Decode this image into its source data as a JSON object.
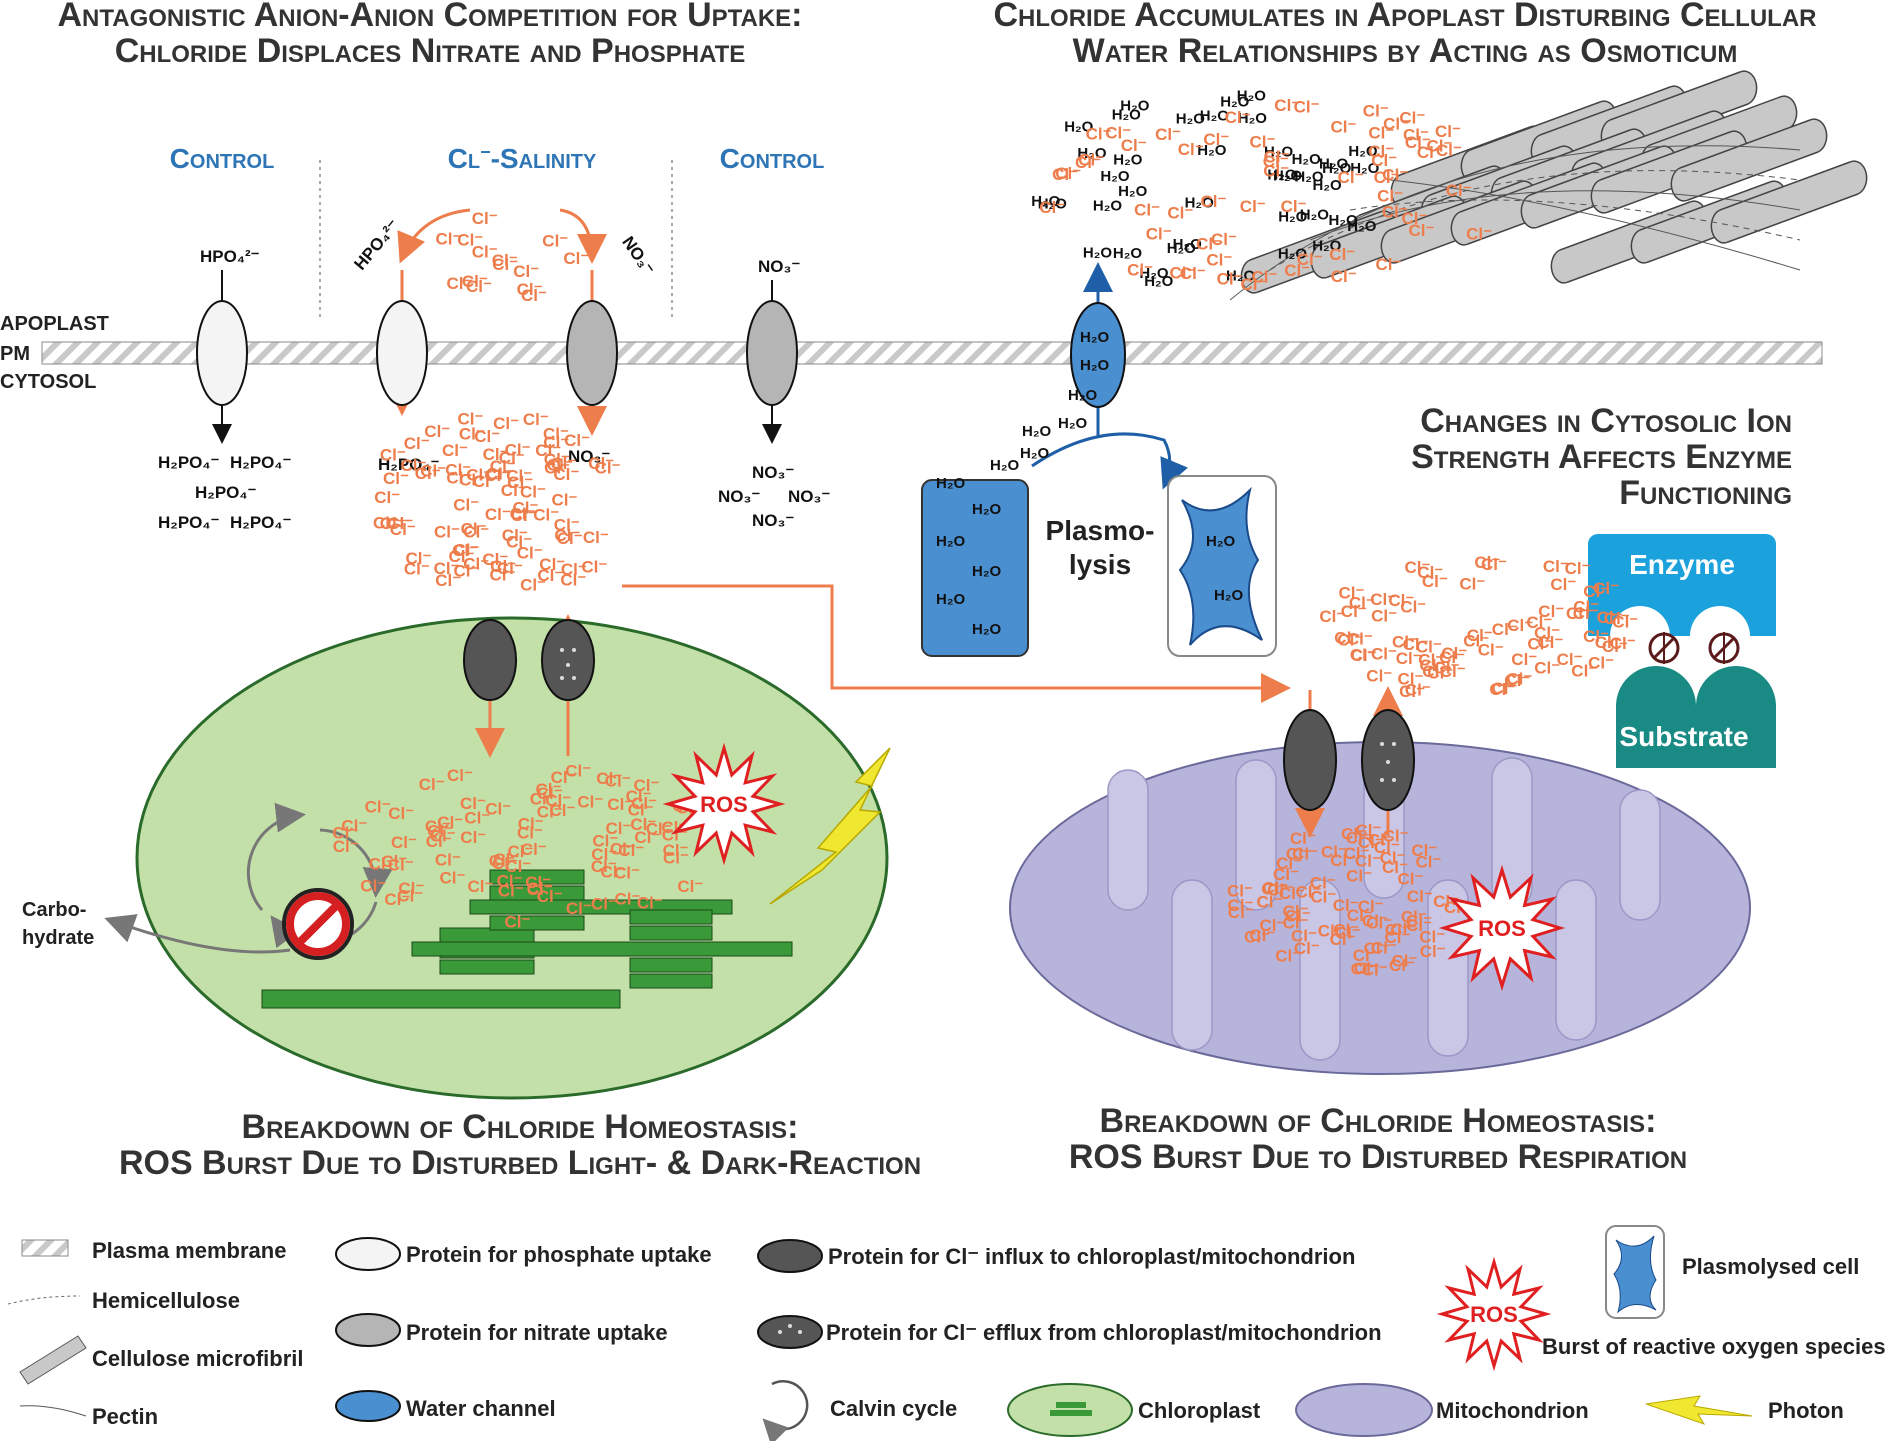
{
  "titles": {
    "top_left_line1": "Antagonistic Anion-Anion Competition for Uptake:",
    "top_left_line2": "Chloride Displaces Nitrate and Phosphate",
    "top_right_line1": "Chloride Accumulates in Apoplast Disturbing Cellular",
    "top_right_line2": "Water Relationships by Acting as Osmoticum",
    "enzyme_line1": "Changes in Cytosolic Ion",
    "enzyme_line2": "Strength Affects Enzyme",
    "enzyme_line3": "Functioning",
    "chloroplast_line1": "Breakdown of Chloride Homeostasis:",
    "chloroplast_line2": "ROS Burst Due to Disturbed Light- & Dark-Reaction",
    "mito_line1": "Breakdown of Chloride Homeostasis:",
    "mito_line2": "ROS Burst Due to Disturbed Respiration"
  },
  "conditions": {
    "control_left": "Control",
    "salinity_prefix": "Cl",
    "salinity_suffix": "-Salinity",
    "control_right": "Control"
  },
  "membrane_labels": {
    "apoplast": "APOPLAST",
    "pm": "PM",
    "cytosol": "CYTOSOL"
  },
  "ions": {
    "chloride": "Cl⁻",
    "phosphate_hpo4": "HPO₄²⁻",
    "phosphate_h2po4": "H₂PO₄⁻",
    "nitrate": "NO₃⁻",
    "water": "H₂O"
  },
  "labels": {
    "plasmolysis_line1": "Plasmo-",
    "plasmolysis_line2": "lysis",
    "enzyme": "Enzyme",
    "substrate": "Substrate",
    "carbohydrate_line1": "Carbo-",
    "carbohydrate_line2": "hydrate",
    "ros": "ROS"
  },
  "legend": {
    "plasma_membrane": "Plasma membrane",
    "hemicellulose": "Hemicellulose",
    "cellulose": "Cellulose microfibril",
    "pectin": "Pectin",
    "phosphate_protein": "Protein for phosphate uptake",
    "nitrate_protein": "Protein for nitrate uptake",
    "water_channel": "Water channel",
    "cl_influx": "Protein for Cl⁻ influx to chloroplast/mitochondrion",
    "cl_efflux": "Protein for Cl⁻ efflux from chloroplast/mitochondrion",
    "calvin": "Calvin cycle",
    "chloroplast": "Chloroplast",
    "mitochondrion": "Mitochondrion",
    "photon": "Photon",
    "plasmolysed": "Plasmolysed cell",
    "ros_burst": "Burst of reactive oxygen species"
  },
  "colors": {
    "chloride": "#ee7d4c",
    "condition_blue": "#2e75b6",
    "chloroplast": "#c3e0a8",
    "thylakoid": "#3a9a3a",
    "mitochondrion": "#b7b4dc",
    "water_cell": "#4a8fd0",
    "enzyme": "#1ba1dc",
    "substrate": "#1a8a84",
    "ros": "#e02020",
    "photon": "#f0e830"
  }
}
